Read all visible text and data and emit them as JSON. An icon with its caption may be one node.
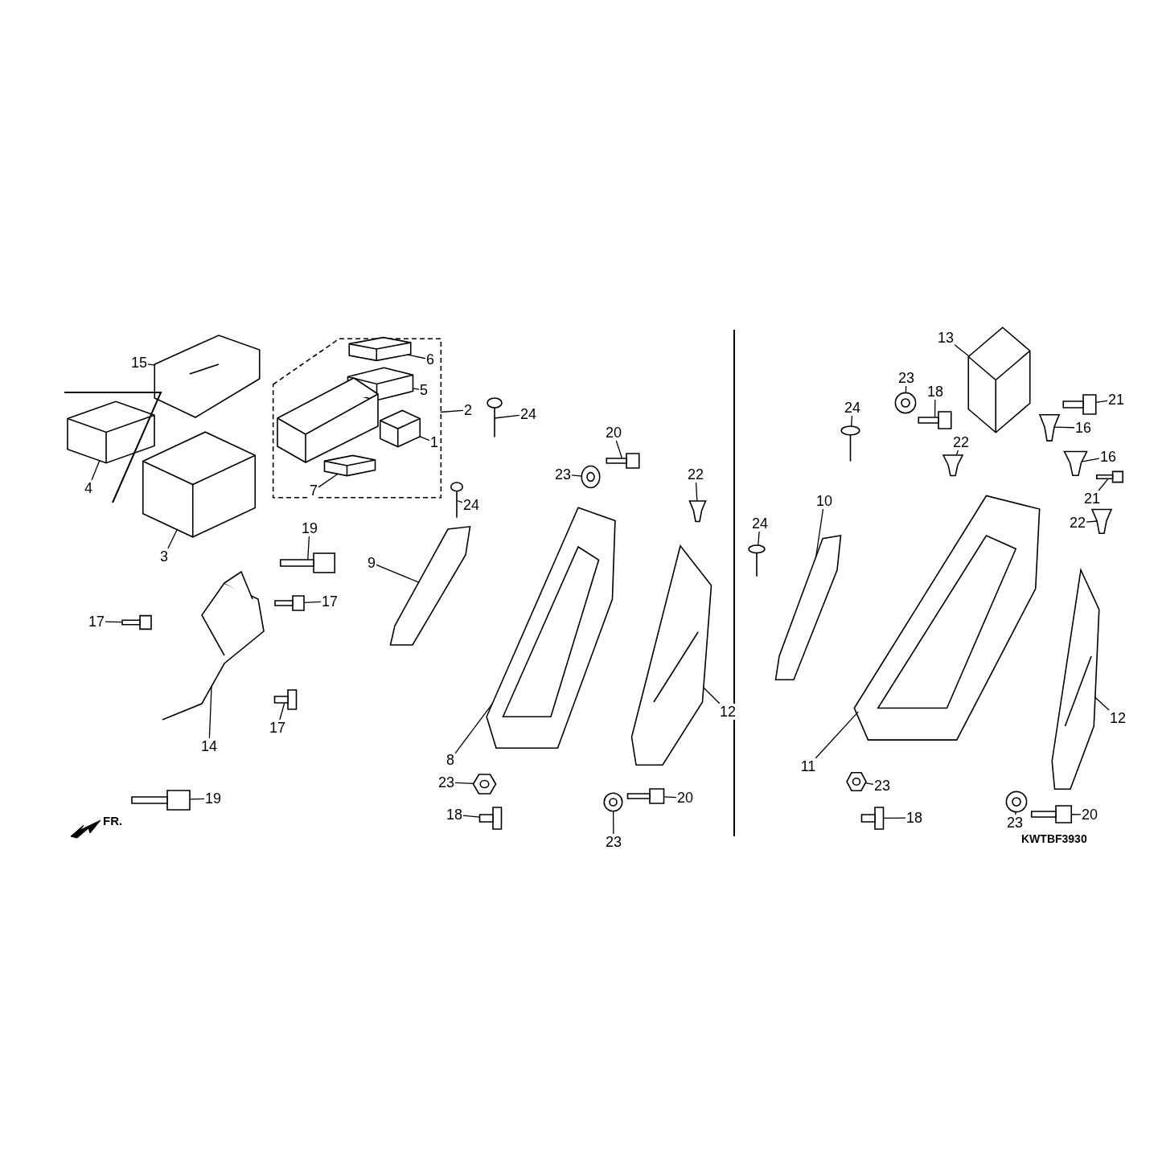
{
  "diagram": {
    "nodes": [
      {
        "text": [
          "15"
        ]
      },
      {
        "text": [],
        "shape": "picture"
      },
      {
        "text": [
          "4"
        ]
      },
      {
        "text": [],
        "shape": "picture"
      },
      {
        "text": [
          "3"
        ]
      },
      {
        "text": [],
        "shape": "picture"
      },
      {
        "text": [
          "6"
        ],
        "in": 11
      },
      {
        "text": [],
        "shape": "picture",
        "in": 11
      },
      {
        "text": [
          "5"
        ],
        "in": 11
      },
      {
        "text": [],
        "shape": "picture",
        "in": 11
      },
      {
        "text": [
          "2"
        ]
      },
      {
        "text": [],
        "shape": "box"
      },
      {
        "text": [
          "7"
        ],
        "in": 11
      },
      {
        "text": [],
        "shape": "picture",
        "in": 11
      },
      {
        "text": [
          "1"
        ],
        "in": 11
      },
      {
        "text": [],
        "shape": "picture",
        "in": 11
      },
      {
        "text": [
          "24"
        ]
      },
      {
        "text": [],
        "shape": "picture"
      },
      {
        "text": [
          "24"
        ]
      },
      {
        "text": [],
        "shape": "picture"
      },
      {
        "text": [
          "9"
        ]
      },
      {
        "text": [],
        "shape": "picture"
      },
      {
        "text": [
          "20"
        ]
      },
      {
        "text": [],
        "shape": "picture"
      },
      {
        "text": [
          "23"
        ]
      },
      {
        "text": [],
        "shape": "picture"
      },
      {
        "text": [
          "22"
        ]
      },
      {
        "text": [],
        "shape": "picture"
      },
      {
        "text": [
          "19"
        ]
      },
      {
        "text": [],
        "shape": "picture"
      },
      {
        "text": [
          "17"
        ]
      },
      {
        "text": [],
        "shape": "picture"
      },
      {
        "text": [
          "17"
        ]
      },
      {
        "text": [],
        "shape": "picture"
      },
      {
        "text": [
          "14"
        ]
      },
      {
        "text": [],
        "shape": "picture"
      },
      {
        "text": [
          "17"
        ]
      },
      {
        "text": [],
        "shape": "picture"
      },
      {
        "text": [
          "8"
        ]
      },
      {
        "text": [],
        "shape": "picture"
      },
      {
        "text": [
          "23"
        ]
      },
      {
        "text": [],
        "shape": "picture"
      },
      {
        "text": [
          "18"
        ]
      },
      {
        "text": [],
        "shape": "picture"
      },
      {
        "text": [
          "12"
        ]
      },
      {
        "text": [],
        "shape": "picture"
      },
      {
        "text": [
          "23"
        ]
      },
      {
        "text": [],
        "shape": "picture"
      },
      {
        "text": [
          "20"
        ]
      },
      {
        "text": [],
        "shape": "picture"
      },
      {
        "text": [
          "19"
        ]
      },
      {
        "text": [],
        "shape": "picture"
      },
      {
        "text": [
          "13"
        ]
      },
      {
        "text": [],
        "shape": "picture"
      },
      {
        "text": [
          "23"
        ]
      },
      {
        "text": [],
        "shape": "picture"
      },
      {
        "text": [
          "18"
        ]
      },
      {
        "text": [],
        "shape": "picture"
      },
      {
        "text": [
          "21"
        ]
      },
      {
        "text": [],
        "shape": "picture"
      },
      {
        "text": [
          "16"
        ]
      },
      {
        "text": [],
        "shape": "picture"
      },
      {
        "text": [
          "24"
        ]
      },
      {
        "text": [],
        "shape": "picture"
      },
      {
        "text": [
          "22"
        ]
      },
      {
        "text": [],
        "shape": "picture"
      },
      {
        "text": [
          "16"
        ]
      },
      {
        "text": [],
        "shape": "picture"
      },
      {
        "text": [
          "21"
        ]
      },
      {
        "text": [],
        "shape": "picture"
      },
      {
        "text": [
          "10"
        ]
      },
      {
        "text": [],
        "shape": "picture"
      },
      {
        "text": [
          "24"
        ]
      },
      {
        "text": [],
        "shape": "picture"
      },
      {
        "text": [
          "22"
        ]
      },
      {
        "text": [],
        "shape": "picture"
      },
      {
        "text": [
          "12"
        ]
      },
      {
        "text": [],
        "shape": "picture"
      },
      {
        "text": [
          "11"
        ]
      },
      {
        "text": [],
        "shape": "picture"
      },
      {
        "text": [
          "23"
        ]
      },
      {
        "text": [],
        "shape": "picture"
      },
      {
        "text": [
          "18"
        ]
      },
      {
        "text": [],
        "shape": "picture"
      },
      {
        "text": [
          "23"
        ]
      },
      {
        "text": [],
        "shape": "picture"
      },
      {
        "text": [
          "20"
        ]
      },
      {
        "text": [],
        "shape": "picture"
      }
    ],
    "edges": [
      {
        "from": 0,
        "to": 1,
        "arrow": "none"
      },
      {
        "from": 2,
        "to": 3,
        "arrow": "none"
      },
      {
        "from": 4,
        "to": 5,
        "arrow": "none"
      },
      {
        "from": 6,
        "to": 7,
        "arrow": "none"
      },
      {
        "from": 8,
        "to": 9,
        "arrow": "none"
      },
      {
        "from": 10,
        "to": 11,
        "arrow": "none"
      },
      {
        "from": 12,
        "to": 13,
        "arrow": "none"
      },
      {
        "from": 14,
        "to": 15,
        "arrow": "none"
      },
      {
        "from": 16,
        "to": 17,
        "arrow": "none"
      },
      {
        "from": 18,
        "to": 19,
        "arrow": "none"
      },
      {
        "from": 20,
        "to": 21,
        "arrow": "none"
      },
      {
        "from": 22,
        "to": 23,
        "arrow": "none"
      },
      {
        "from": 24,
        "to": 25,
        "arrow": "none"
      },
      {
        "from": 26,
        "to": 27,
        "arrow": "none"
      },
      {
        "from": 28,
        "to": 29,
        "arrow": "none"
      },
      {
        "from": 30,
        "to": 31,
        "arrow": "none"
      },
      {
        "from": 32,
        "to": 33,
        "arrow": "none"
      },
      {
        "from": 34,
        "to": 35,
        "arrow": "none"
      },
      {
        "from": 36,
        "to": 37,
        "arrow": "none"
      },
      {
        "from": 38,
        "to": 39,
        "arrow": "none"
      },
      {
        "from": 40,
        "to": 41,
        "arrow": "none"
      },
      {
        "from": 42,
        "to": 43,
        "arrow": "none"
      },
      {
        "from": 44,
        "to": 45,
        "arrow": "none"
      },
      {
        "from": 46,
        "to": 47,
        "arrow": "none"
      },
      {
        "from": 48,
        "to": 49,
        "arrow": "none"
      },
      {
        "from": 50,
        "to": 51,
        "arrow": "none"
      },
      {
        "from": 52,
        "to": 53,
        "arrow": "none"
      },
      {
        "from": 54,
        "to": 55,
        "arrow": "none"
      },
      {
        "from": 56,
        "to": 57,
        "arrow": "none"
      },
      {
        "from": 58,
        "to": 59,
        "arrow": "none"
      },
      {
        "from": 60,
        "to": 61,
        "arrow": "none"
      },
      {
        "from": 62,
        "to": 63,
        "arrow": "none"
      },
      {
        "from": 64,
        "to": 65,
        "arrow": "none"
      },
      {
        "from": 66,
        "to": 67,
        "arrow": "none"
      },
      {
        "from": 68,
        "to": 69,
        "arrow": "none"
      },
      {
        "from": 70,
        "to": 71,
        "arrow": "none"
      },
      {
        "from": 72,
        "to": 73,
        "arrow": "none"
      },
      {
        "from": 74,
        "to": 75,
        "arrow": "none"
      },
      {
        "from": 76,
        "to": 77,
        "arrow": "none"
      },
      {
        "from": 78,
        "to": 79,
        "arrow": "none"
      },
      {
        "from": 80,
        "to": 81,
        "arrow": "none"
      },
      {
        "from": 82,
        "to": 83,
        "arrow": "none"
      },
      {
        "from": 84,
        "to": 85,
        "arrow": "none"
      },
      {
        "from": 86,
        "to": 87,
        "arrow": "none"
      }
    ],
    "labels": [
      "FR.",
      "KWTBF3930"
    ]
  }
}
